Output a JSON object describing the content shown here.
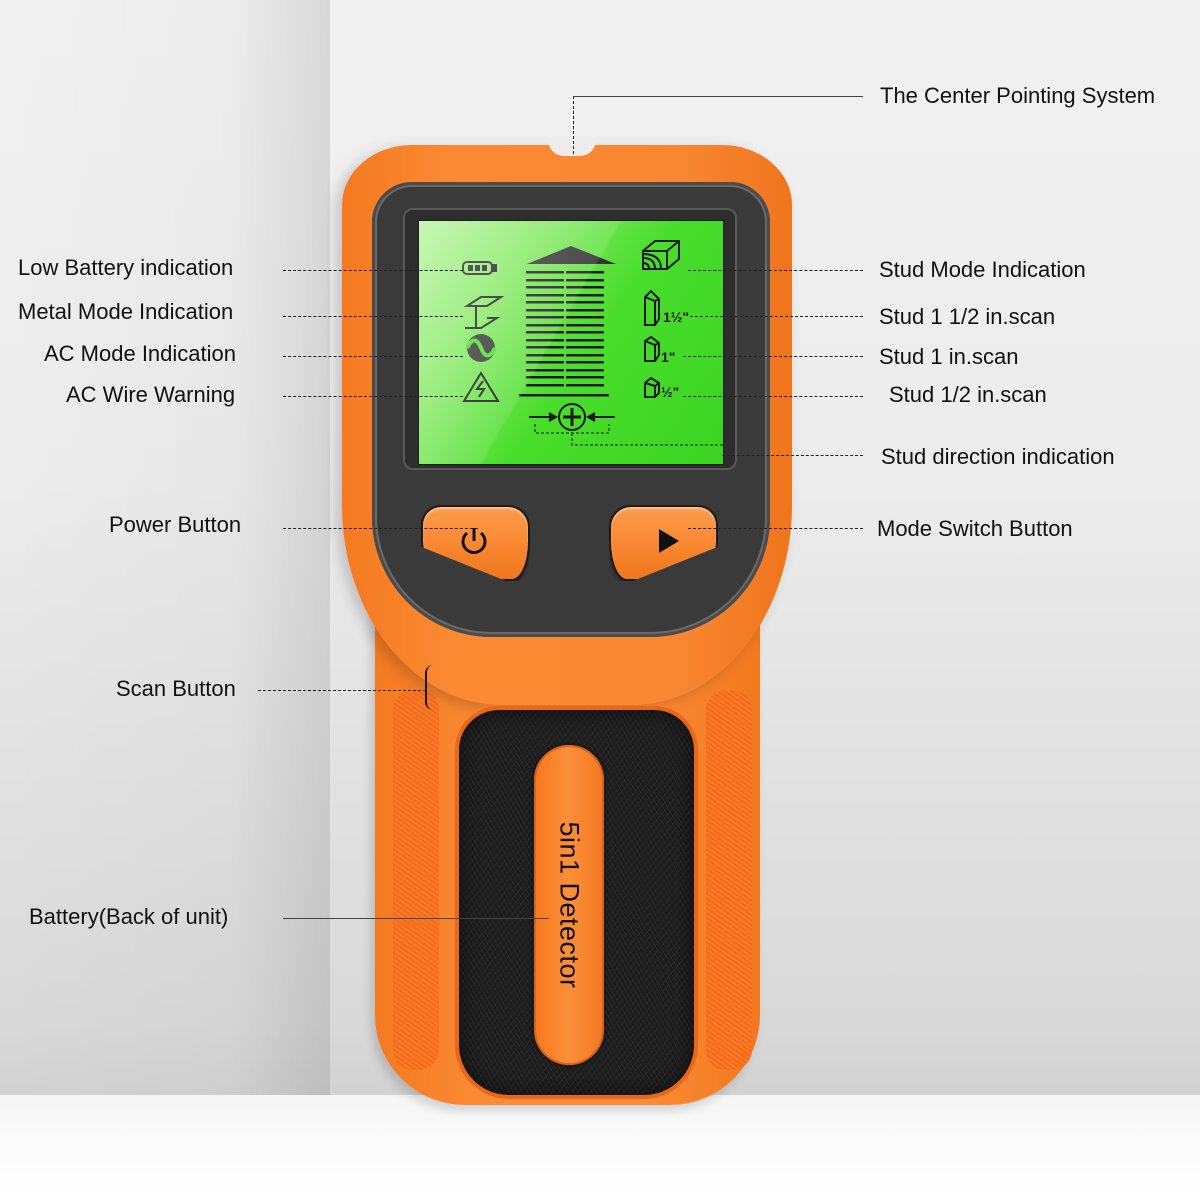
{
  "annotations": {
    "center_pointing": "The Center Pointing System",
    "low_battery": "Low Battery indication",
    "metal_mode": "Metal Mode Indication",
    "ac_mode": "AC Mode Indication",
    "ac_wire": "AC Wire Warning",
    "stud_mode": "Stud Mode Indication",
    "stud_1_5": "Stud 1 1/2 in.scan",
    "stud_1": "Stud 1 in.scan",
    "stud_0_5": "Stud 1/2 in.scan",
    "stud_direction": "Stud direction indication",
    "power_button": "Power Button",
    "mode_button": "Mode Switch Button",
    "scan_button": "Scan Button",
    "battery": "Battery(Back of unit)"
  },
  "device": {
    "badge_label": "5in1  Detector",
    "colors": {
      "body": "#F98731",
      "face": "#3A3A3A",
      "lcd": "#49DD2C",
      "grip": "#1C1C1C"
    },
    "lcd_icons": {
      "left": [
        "battery-icon",
        "metal-beam-icon",
        "ac-wave-icon",
        "high-voltage-icon"
      ],
      "right": [
        "stud-wood-icon",
        "stud-1-1/2-icon",
        "stud-1-icon",
        "stud-1/2-icon"
      ],
      "center": [
        "signal-bar-graph",
        "center-target-icon"
      ],
      "right_values": [
        "1½\"",
        "1\"",
        "½\""
      ]
    },
    "signal_bars": 16
  }
}
